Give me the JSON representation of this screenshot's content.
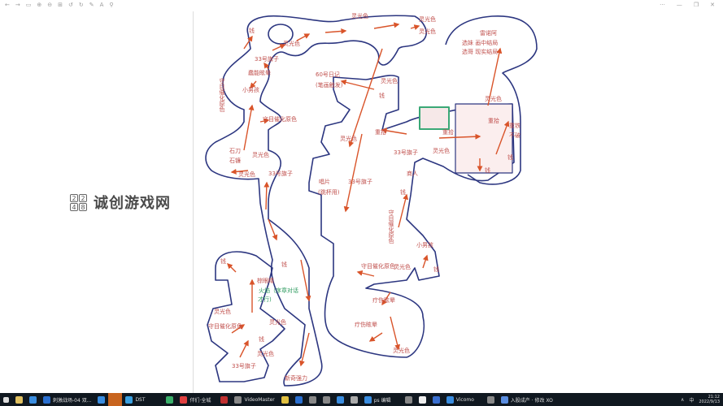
{
  "toolbar": {
    "icons": [
      "back-icon",
      "forward-icon",
      "slideshow-icon",
      "zoom-in-icon",
      "zoom-out-icon",
      "fit-icon",
      "rotate-left-icon",
      "rotate-right-icon",
      "edit-icon",
      "text-icon",
      "pin-icon"
    ],
    "glyphs": [
      "←",
      "→",
      "▭",
      "⊕",
      "⊖",
      "⊞",
      "↺",
      "↻",
      "✎",
      "A",
      "⚲"
    ]
  },
  "window_controls": {
    "more": "···",
    "minimize": "—",
    "maximize": "❐",
    "close": "✕"
  },
  "watermark": {
    "logo_digits": [
      "2",
      "2",
      "4",
      "8"
    ],
    "text": "诚创游戏网"
  },
  "map": {
    "colors": {
      "outline": "#2c3680",
      "label": "#c0504d",
      "arrow": "#d9542a",
      "green_text": "#2e9b5f",
      "room": "#3aa876"
    },
    "labels": [
      "灵光色",
      "灵光色",
      "灵光色",
      "钱",
      "灵光色",
      "33号旗子",
      "雷诺阿",
      "选妹  画中结局",
      "选哥  现实结局",
      "蠢能眩晕",
      "60号日记",
      "(笔画触发)",
      "灵光色",
      "小男孩",
      "守目催化原色",
      "钱",
      "守目催化原色",
      "灵光色",
      "灵光色",
      "重拾",
      "重拾",
      "重拾",
      "重铁",
      "不破",
      "石刀",
      "石镰",
      "灵光色",
      "33号旗子",
      "灵光色",
      "灵光色",
      "33号旗子",
      "钱",
      "钱",
      "唱片",
      "33号旗子",
      "(跳杯用)",
      "商人",
      "钱",
      "守目催化原色",
      "小男孩",
      "钱",
      "钱",
      "守目催化原色",
      "灵光色",
      "钱",
      "棕眼睛",
      "火焰（序章对话",
      "才行)",
      "疗伤眩晕",
      "灵光色",
      "灵光色",
      "守目催化原色",
      "疗伤眩晕",
      "钱",
      "灵光色",
      "33号旗子",
      "灵光色",
      "新奇强力"
    ]
  },
  "taskbar": {
    "items": [
      "",
      "",
      "刺激战场-04 双...",
      "",
      "",
      "DST",
      "",
      "伴们·全城",
      "",
      "VideoMaster",
      "",
      "",
      "",
      "",
      "",
      "",
      "ps 编辑",
      "",
      "",
      "",
      "Vicomo",
      "",
      "入股成产 · 修改 XO"
    ],
    "tray": [
      "∧",
      "中"
    ],
    "time": "21:12",
    "date": "2022/9/13"
  }
}
